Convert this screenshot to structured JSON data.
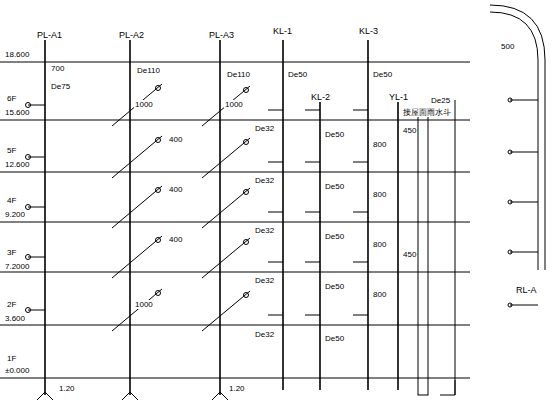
{
  "diagram": {
    "labels": [
      "PL-A1",
      "PL-A2",
      "PL-A3",
      "KL-1",
      "KL-3",
      "KL-2",
      "YL-1",
      "18.600",
      "6F",
      "15.600",
      "5F",
      "12.600",
      "4F",
      "9.200",
      "3F",
      "7.2000",
      "2F",
      "3.600",
      "1F",
      "±0.000",
      "700",
      "RL-A",
      "500",
      "1.20",
      "1.20",
      "De75",
      "De110",
      "De110",
      "De50",
      "De50",
      "De25",
      "De32",
      "De32",
      "De32",
      "De32",
      "De32",
      "De50",
      "De50",
      "De50",
      "De50",
      "De50",
      "800",
      "800",
      "800",
      "800",
      "450",
      "450",
      "1000",
      "1000",
      "1000",
      "400",
      "400",
      "400",
      "接屋面雨水斗"
    ]
  }
}
